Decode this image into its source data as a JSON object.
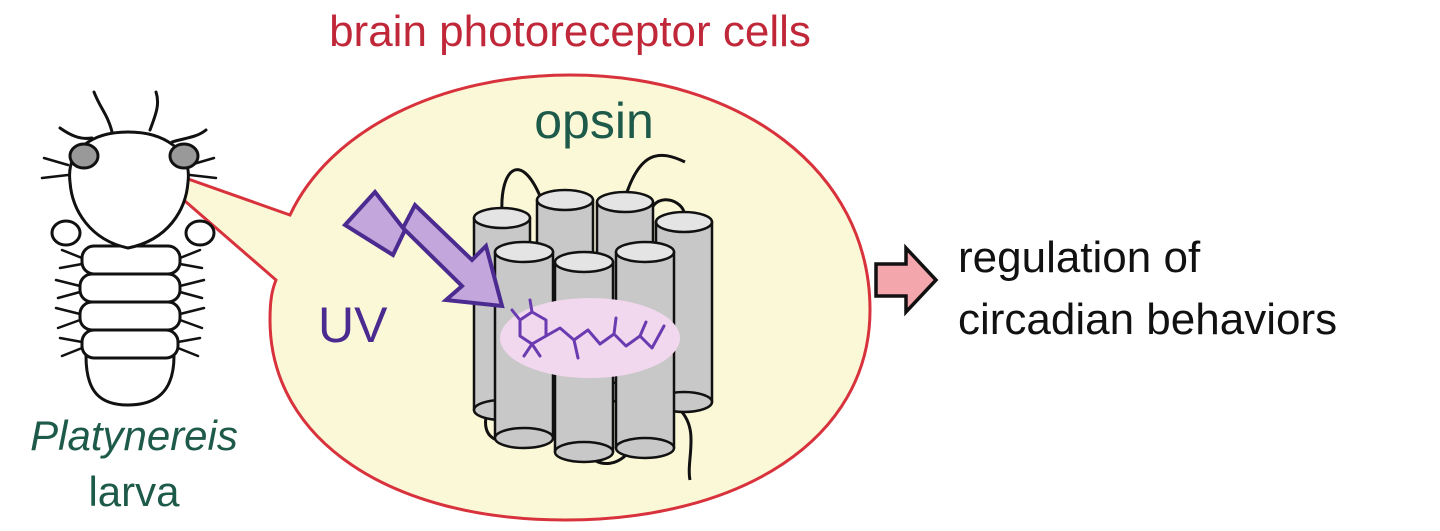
{
  "labels": {
    "title": "brain photoreceptor cells",
    "opsin": "opsin",
    "uv": "UV",
    "species_name": "Platynereis",
    "stage": "larva",
    "outcome_line1": "regulation of",
    "outcome_line2": "circadian behaviors"
  },
  "colors": {
    "title": "#c0283a",
    "bubble_fill": "#fbf8d8",
    "bubble_stroke": "#d8323c",
    "opsin_label": "#1e5a4a",
    "species_label": "#1e5a4a",
    "uv_label": "#4b2b8f",
    "uv_arrow_fill": "#c3a6db",
    "uv_arrow_stroke": "#4b2b8f",
    "retinal_fill": "#f2d8ee",
    "retinal_molecule": "#6a3ab0",
    "cylinder_fill": "#c8c8c8",
    "cylinder_top": "#e4e4e4",
    "output_arrow_fill": "#f4a6ad",
    "outline": "#111111",
    "larva_eye": "#999999"
  },
  "icons": {
    "larva": "worm-larva-icon",
    "uv_arrow": "lightning-arrow-icon",
    "output_arrow": "right-arrow-icon"
  }
}
